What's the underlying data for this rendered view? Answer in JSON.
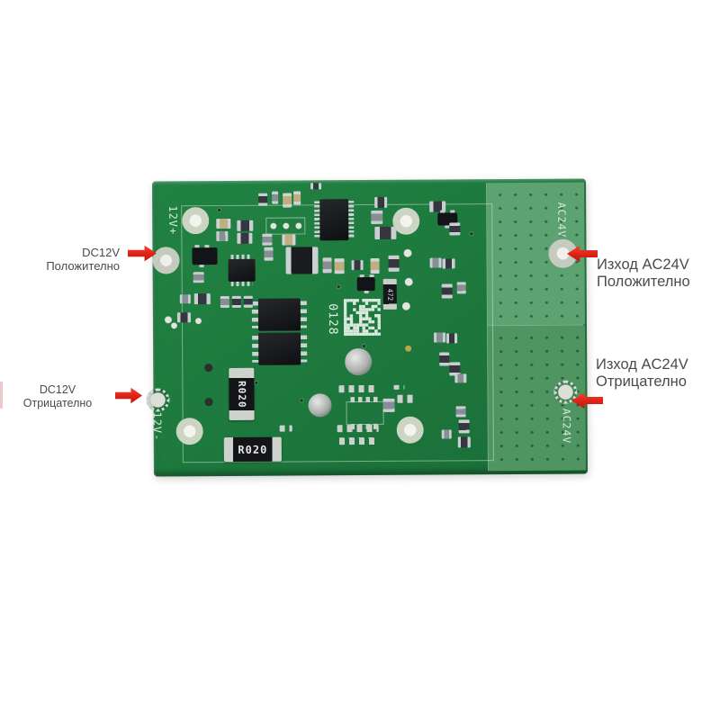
{
  "annotations": {
    "dc12v_positive": {
      "text": "DC12V Положително"
    },
    "dc12v_negative": {
      "line1": "DC12V",
      "line2": "Отрицателно"
    },
    "ac24v_positive": {
      "line1": "Изход AC24V",
      "line2": "Положително"
    },
    "ac24v_negative": {
      "line1": "Изход AC24V",
      "line2": "Отрицателно"
    }
  },
  "board": {
    "silkscreen_labels": {
      "input_positive": "12V+",
      "input_negative": "12V-",
      "output_positive": "AC24V",
      "output_negative": "AC24V",
      "serial_number": "0128"
    },
    "component_labels": {
      "shunt_resistor_vertical": "R020",
      "shunt_resistor_horizontal": "R020",
      "resistor_small": "472"
    }
  },
  "colors": {
    "arrow_red": "#df2114",
    "annotation_text": "#4a4a4a",
    "board_green": "#1f7c3e",
    "board_zone_green": "#589d6c",
    "silkscreen": "#d8e6d8",
    "background": "#ffffff"
  }
}
